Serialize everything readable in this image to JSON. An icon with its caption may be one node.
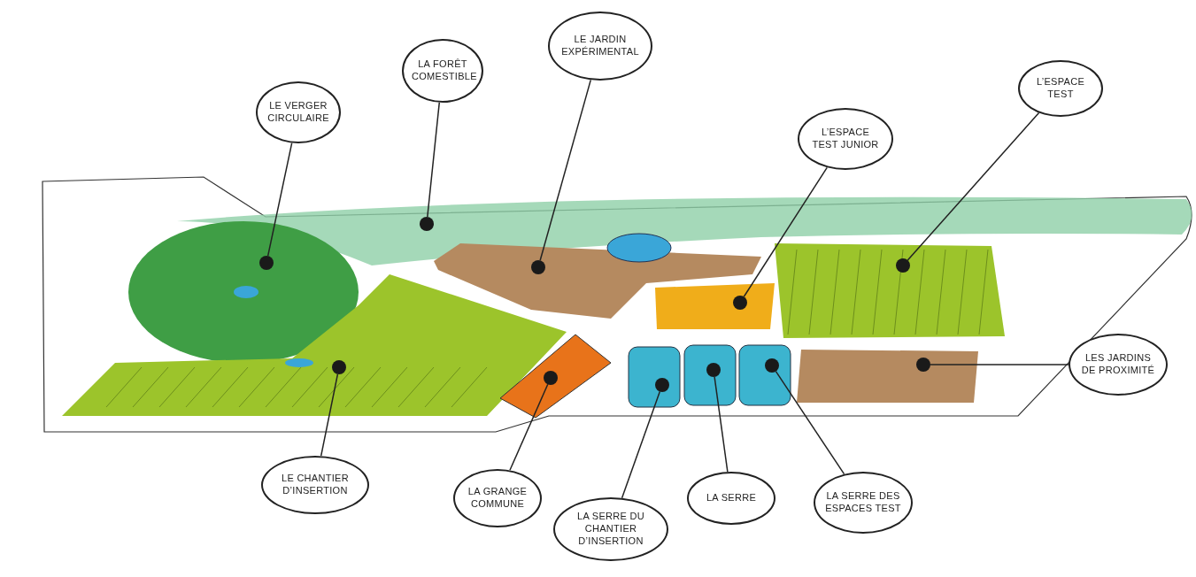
{
  "diagram": {
    "nodes": [
      {
        "text": [
          "LE JARDIN EXPÉRIMENTAL"
        ]
      },
      {
        "text": [
          "LA FORÊT COMESTIBLE"
        ]
      },
      {
        "text": [
          "L’ESPACE TEST"
        ]
      },
      {
        "text": [
          "LE VERGER CIRCULAIRE"
        ]
      },
      {
        "text": [
          "L’ESPACE TEST JUNIOR"
        ]
      },
      {
        "text": [
          "LES JARDINS DE PROXIMITÉ"
        ]
      },
      {
        "text": [
          "LE CHANTIER D’INSERTION"
        ]
      },
      {
        "text": [
          "LA GRANGE COMMUNE"
        ]
      },
      {
        "text": [
          "LA SERRE"
        ]
      },
      {
        "text": [
          "LA SERRE DES ESPACES TEST"
        ]
      },
      {
        "text": [
          "LA SERRE DU CHANTIER D’INSERTION"
        ]
      },
      {
        "text": [],
        "shape": "circle"
      },
      {
        "text": [],
        "shape": "circle"
      },
      {
        "text": [],
        "shape": "circle"
      },
      {
        "text": [],
        "shape": "circle"
      },
      {
        "text": [],
        "shape": "circle"
      },
      {
        "text": [],
        "shape": "circle"
      },
      {
        "text": [],
        "shape": "circle"
      },
      {
        "text": [],
        "shape": "circle"
      },
      {
        "text": [],
        "shape": "circle"
      },
      {
        "text": [],
        "shape": "circle"
      },
      {
        "text": [],
        "shape": "circle"
      }
    ],
    "edges": [
      {
        "from": 0,
        "to": 11,
        "arrow": "none"
      },
      {
        "from": 1,
        "to": 12,
        "arrow": "none"
      },
      {
        "from": 2,
        "to": 13,
        "arrow": "none"
      },
      {
        "from": 3,
        "to": 14,
        "arrow": "none"
      },
      {
        "from": 4,
        "to": 15,
        "arrow": "none"
      },
      {
        "from": 5,
        "to": 16,
        "arrow": "none"
      },
      {
        "from": 6,
        "to": 17,
        "arrow": "none"
      },
      {
        "from": 7,
        "to": 18,
        "arrow": "none"
      },
      {
        "from": 8,
        "to": 19,
        "arrow": "none"
      },
      {
        "from": 9,
        "to": 20,
        "arrow": "none"
      },
      {
        "from": 10,
        "to": 21,
        "arrow": "none"
      }
    ]
  }
}
